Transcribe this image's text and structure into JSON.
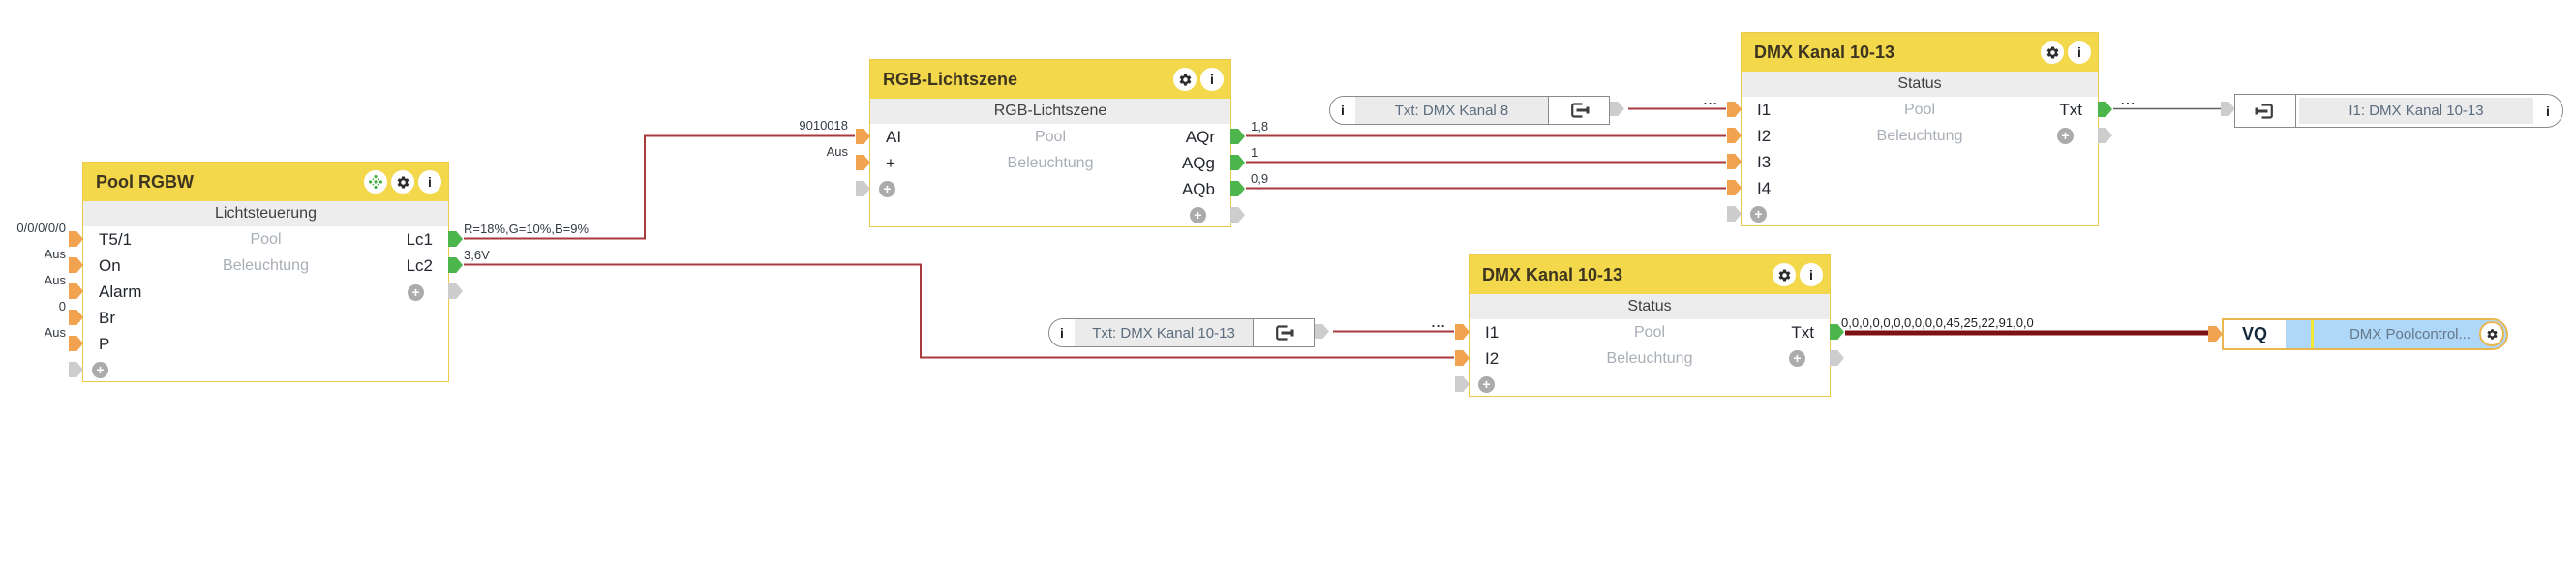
{
  "icons": {
    "info": "i",
    "plus": "+"
  },
  "colors": {
    "block_header": "#F3D84C",
    "block_border": "#ECC94B",
    "subtitle_band": "#EDEDED",
    "input_port": "#F1A350",
    "output_port": "#4CB54C",
    "unconnected_port": "#CDCDCD",
    "wire_red": "#A73A3C",
    "wire_thick_dark": "#7C1214",
    "wire_gray": "#606060",
    "vq_fill": "#AFD7F8"
  },
  "blocks": {
    "pool": {
      "title": "Pool RGBW",
      "subtitle": "Lichtsteuerung",
      "desc_line1": "Pool",
      "desc_line2": "Beleuchtung",
      "inputs": [
        {
          "label": "T5/1",
          "value": "0/0/0/0/0"
        },
        {
          "label": "On",
          "value": "Aus"
        },
        {
          "label": "Alarm",
          "value": "Aus"
        },
        {
          "label": "Br",
          "value": "0"
        },
        {
          "label": "P",
          "value": "Aus"
        }
      ],
      "outputs": [
        {
          "label": "Lc1",
          "value": "R=18%,G=10%,B=9%"
        },
        {
          "label": "Lc2",
          "value": "3,6V"
        }
      ]
    },
    "rgb_scene": {
      "title": "RGB-Lichtszene",
      "subtitle": "RGB-Lichtszene",
      "desc_line1": "Pool",
      "desc_line2": "Beleuchtung",
      "inputs": [
        {
          "label": "AI",
          "value": "9010018"
        },
        {
          "label": "+",
          "value": "Aus"
        }
      ],
      "outputs": [
        {
          "label": "AQr",
          "value": "1,8"
        },
        {
          "label": "AQg",
          "value": "1"
        },
        {
          "label": "AQb",
          "value": "0,9"
        }
      ]
    },
    "dmx_top": {
      "title": "DMX Kanal 10-13",
      "subtitle": "Status",
      "desc_line1": "Pool",
      "desc_line2": "Beleuchtung",
      "inputs": [
        {
          "label": "I1"
        },
        {
          "label": "I2"
        },
        {
          "label": "I3"
        },
        {
          "label": "I4"
        }
      ],
      "outputs": [
        {
          "label": "Txt"
        }
      ]
    },
    "dmx_bottom": {
      "title": "DMX Kanal 10-13",
      "subtitle": "Status",
      "desc_line1": "Pool",
      "desc_line2": "Beleuchtung",
      "inputs": [
        {
          "label": "I1"
        },
        {
          "label": "I2"
        }
      ],
      "outputs": [
        {
          "label": "Txt",
          "value": "0,0,0,0,0,0,0,0,0,0,45,25,22,91,0,0"
        }
      ]
    }
  },
  "io_boxes": {
    "txt_dmx8": {
      "label": "Txt: DMX Kanal 8"
    },
    "txt_dmx1013": {
      "label": "Txt: DMX Kanal 10-13"
    },
    "input_flag": {
      "label": "I1: DMX Kanal 10-13"
    },
    "vq": {
      "port": "VQ",
      "device": "DMX Poolcontrol..."
    }
  },
  "wire_labels": {
    "continuation": "..."
  }
}
